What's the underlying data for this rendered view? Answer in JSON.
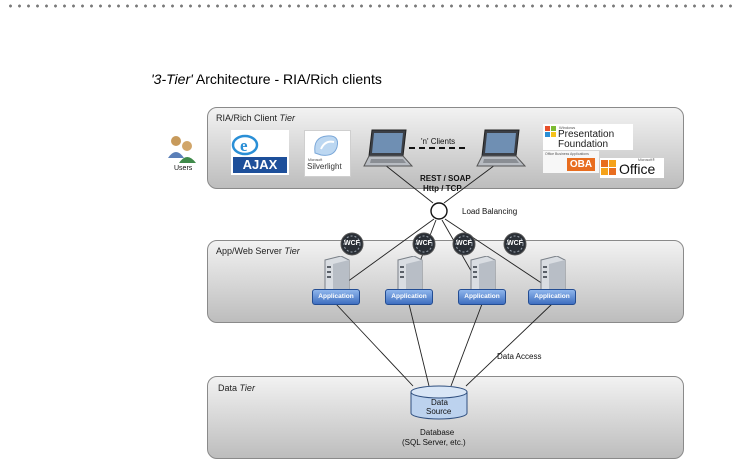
{
  "title": {
    "quoted": "'3-Tier'",
    "rest": " Architecture - RIA/Rich clients"
  },
  "tiers": {
    "client": {
      "label_plain": "RIA/Rich Client ",
      "label_italic": "Tier"
    },
    "app": {
      "label_plain": "App/Web Server ",
      "label_italic": "Tier"
    },
    "data": {
      "label_plain": "Data ",
      "label_italic": "Tier"
    }
  },
  "users_label": "Users",
  "clients_label": "'n' Clients",
  "protocol": {
    "line1": "REST / SOAP",
    "line2": "Http / TCP"
  },
  "load_balancing_label": "Load Balancing",
  "wcf_label": "WCF",
  "application_label": "Application",
  "data_access_label": "Data Access",
  "datasource": {
    "line1": "Data",
    "line2": "Source"
  },
  "database": {
    "line1": "Database",
    "line2": "(SQL Server, etc.)"
  },
  "logos": {
    "ajax": "AJAX",
    "silverlight": "Silverlight",
    "silverlight_small": "Microsoft",
    "wpf_small": "Windows",
    "wpf_line1": "Presentation",
    "wpf_line2": "Foundation",
    "oba_small": "Office Business Applications",
    "oba": "OBA",
    "office_small": "Microsoft®",
    "office": "Office"
  },
  "colors": {
    "tier_border": "#8a8a8a",
    "app_blue": "#3f6fc0",
    "ajax_blue": "#1d4f9a",
    "office_orange": "#e86d1f"
  }
}
